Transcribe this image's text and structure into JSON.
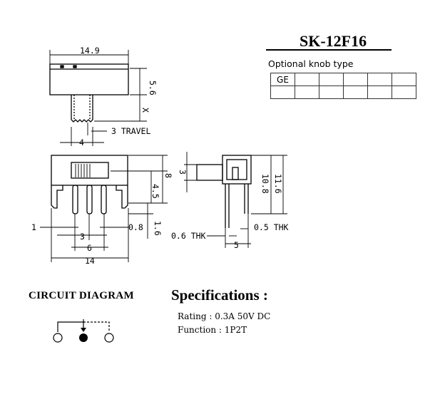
{
  "title": "SK-12F16",
  "optional_knob": {
    "label": "Optional knob type",
    "rows": [
      [
        "GE",
        "",
        "",
        "",
        "",
        ""
      ],
      [
        "",
        "",
        "",
        "",
        "",
        ""
      ]
    ]
  },
  "dimensions": {
    "top_width": "14.9",
    "top_height": "5.6",
    "top_x": "X",
    "pin_pitch_top": "4",
    "travel": "3 TRAVEL",
    "front_pin_end": "1",
    "front_pitch": "3",
    "front_span": "6",
    "front_width": "14",
    "front_pin_width": "0.8",
    "front_knob_h": "4.5",
    "front_body_h": "8",
    "front_pin_len": "1.6",
    "side_knob": "3",
    "side_h1": "10.8",
    "side_h2": "11.6",
    "side_thk1": "0.6 THK",
    "side_thk2": "0.5 THK",
    "side_width": "5"
  },
  "circuit_title": "CIRCUIT DIAGRAM",
  "specifications": {
    "heading": "Specifications :",
    "rating": "Rating : 0.3A 50V DC",
    "function": "Function : 1P2T"
  }
}
